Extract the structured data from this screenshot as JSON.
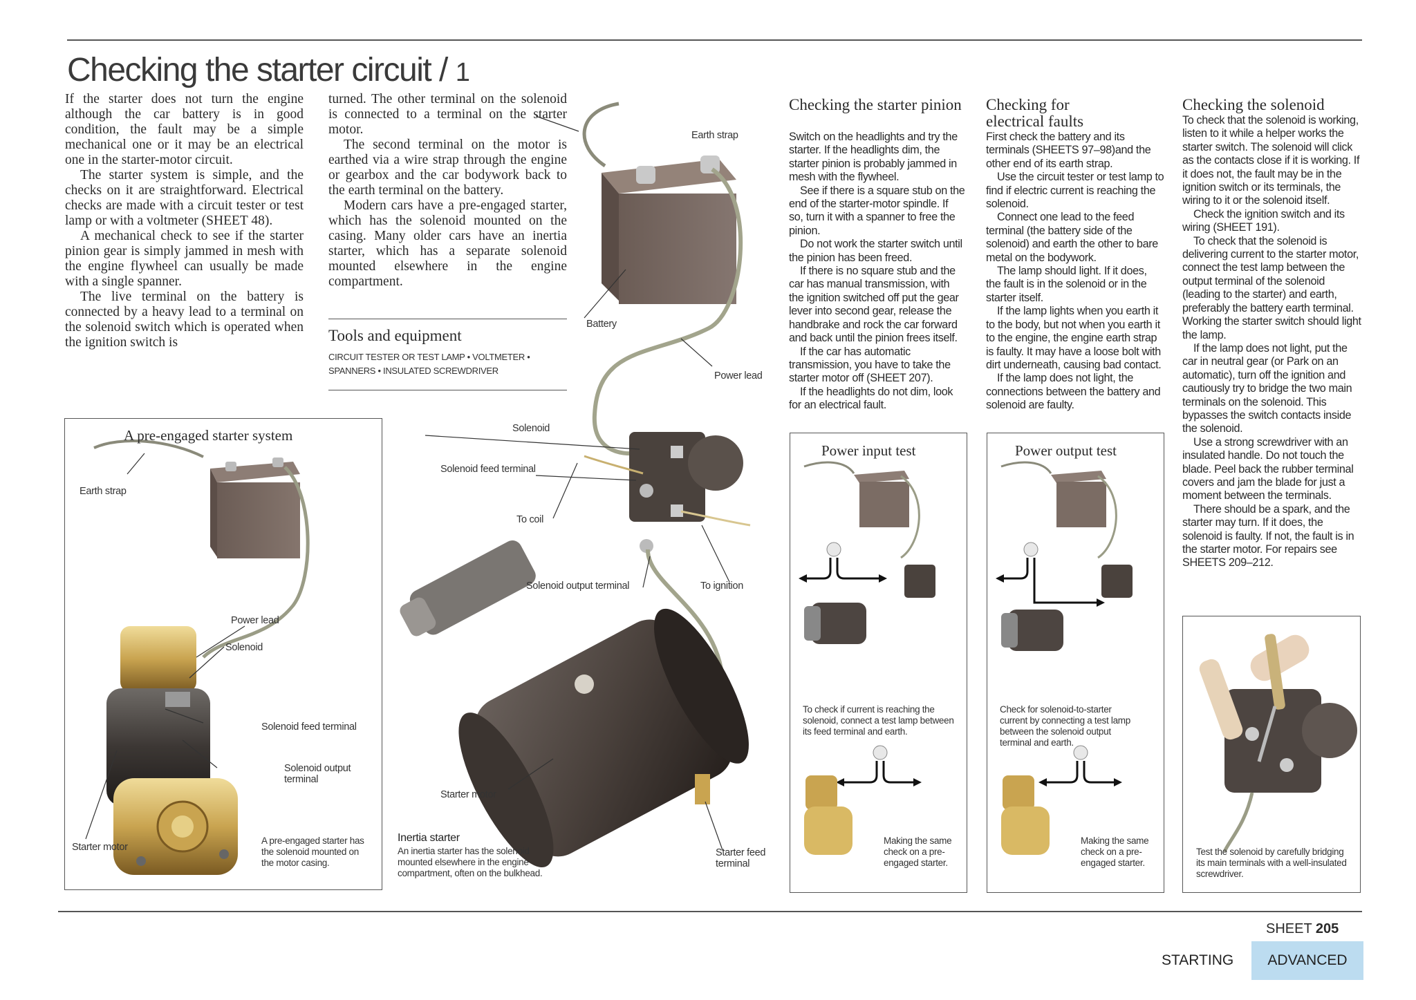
{
  "page": {
    "title": "Checking the starter circuit",
    "title_num": "1",
    "sheet_label": "SHEET",
    "sheet_num": "205",
    "section": "STARTING",
    "level": "ADVANCED",
    "accent_color": "#bcdcf0"
  },
  "intro_col1": [
    "If the starter does not turn the engine although the car battery is in good condition, the fault may be a simple mechanical one or it may be an electrical one in the starter-motor circuit.",
    "The starter system is simple, and the checks on it are straightforward. Electrical checks are made with a circuit tester or test lamp or with a voltmeter (SHEET 48).",
    "A mechanical check to see if the starter pinion gear is simply jammed in mesh with the engine flywheel can usually be made with a single spanner.",
    "The live terminal on the battery is connected by a heavy lead to a terminal on the solenoid switch which is operated when the ignition switch is"
  ],
  "intro_col2": [
    "turned. The other terminal on the solenoid is connected to a terminal on the starter motor.",
    "The second terminal on the motor is earthed via a wire strap through the engine or gearbox and the car bodywork back to the earth terminal on the battery.",
    "Modern cars have a pre-engaged starter, which has the solenoid mounted on the casing. Many older cars have an inertia starter, which has a separate solenoid mounted elsewhere in the engine compartment."
  ],
  "tools": {
    "heading": "Tools and equipment",
    "line1": "CIRCUIT TESTER OR TEST LAMP  •  VOLTMETER  •",
    "line2": "SPANNERS  •  INSULATED SCREWDRIVER"
  },
  "pinion": {
    "heading": "Checking the starter pinion",
    "paras": [
      "Switch on the headlights and try the starter. If the headlights dim, the starter pinion is probably jammed in mesh with the flywheel.",
      "See if there is a square stub on the end of the starter-motor spindle. If so, turn it with a spanner to free the pinion.",
      "Do not work the starter switch until the pinion has been freed.",
      "If there is no square stub and the car has manual transmission, with the ignition switched off put the gear lever into second gear, release the handbrake and rock the car forward and back until the pinion frees itself.",
      "If the car has automatic transmission, you have to take the starter motor off (SHEET 207).",
      "If the headlights do not dim, look for an electrical fault."
    ]
  },
  "faults": {
    "heading": "Checking for electrical faults",
    "paras": [
      "First check the battery and its terminals (SHEETS 97–98)and the other end of its earth strap.",
      "Use the circuit tester or test lamp to find if electric current is reaching the solenoid.",
      "Connect one lead to the feed terminal (the battery side of the solenoid) and earth the other to bare metal on the bodywork.",
      "The lamp should light. If it does, the fault is in the solenoid or in the starter itself.",
      "If the lamp lights when you earth it to the body, but not when you earth it to the engine, the engine earth strap is faulty. It may have a loose bolt with dirt underneath, causing bad contact.",
      "If the lamp does not light, the connections between the battery and solenoid are faulty."
    ]
  },
  "solenoid": {
    "heading": "Checking the solenoid",
    "paras": [
      "To check that the solenoid is working, listen to it while a helper works the starter switch. The solenoid will click as the contacts close if it is working. If it does not, the fault may be in the ignition switch or its terminals, the wiring to it or the solenoid itself.",
      "Check the ignition switch and its wiring (SHEET 191).",
      "To check that the solenoid is delivering current to the starter motor, connect the test lamp between the output terminal of the solenoid (leading to the starter) and earth, preferably the battery earth terminal. Working the starter switch should light the lamp.",
      "If the lamp does not light, put the car in neutral gear (or Park on an automatic), turn off the ignition and cautiously try to bridge the two main terminals on the solenoid. This bypasses the switch contacts inside the solenoid.",
      "Use a strong screwdriver with an insulated handle. Do not touch the blade. Peel back the rubber terminal covers and jam the blade for just a moment between the terminals.",
      "There should be a spark, and the starter may turn. If it does, the solenoid is faulty. If not, the fault is in the starter motor. For repairs see SHEETS 209–212."
    ]
  },
  "pre_engaged": {
    "title": "A pre-engaged starter system",
    "labels": {
      "earth_strap": "Earth strap",
      "power_lead": "Power lead",
      "solenoid": "Solenoid",
      "feed": "Solenoid feed terminal",
      "output": "Solenoid output terminal",
      "starter_motor": "Starter motor"
    },
    "caption": "A pre-engaged starter has the solenoid mounted on the motor casing."
  },
  "inertia": {
    "labels": {
      "earth_strap": "Earth strap",
      "battery": "Battery",
      "power_lead": "Power lead",
      "solenoid": "Solenoid",
      "feed": "Solenoid feed terminal",
      "to_coil": "To coil",
      "output": "Solenoid output terminal",
      "to_ignition": "To ignition",
      "starter_motor": "Starter motor",
      "starter_feed": "Starter feed terminal"
    },
    "caption_title": "Inertia starter",
    "caption": "An inertia starter has the solenoid mounted elsewhere in the engine compartment, often on the bulkhead."
  },
  "power_input": {
    "title": "Power input test",
    "caption1": "To check if current is reaching the solenoid, connect a test lamp between its feed terminal and earth.",
    "caption2": "Making the same check on a pre-engaged starter."
  },
  "power_output": {
    "title": "Power output test",
    "caption1": "Check for solenoid-to-starter current by connecting a test lamp between the solenoid output terminal and earth.",
    "caption2": "Making the same check on a pre-engaged starter."
  },
  "screwdriver": {
    "caption": "Test the solenoid by carefully bridging its main terminals with a well-insulated screwdriver."
  }
}
